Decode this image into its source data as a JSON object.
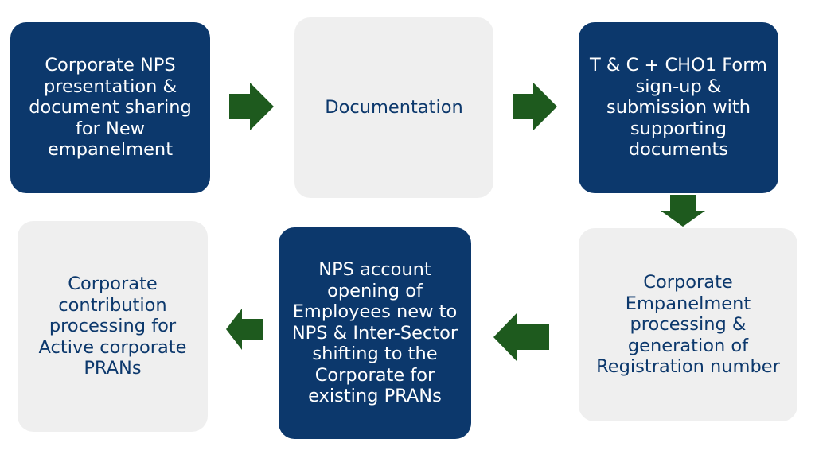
{
  "steps": [
    {
      "id": "step-1",
      "text": "Corporate NPS\npresentation &\ndocument sharing\nfor New\nempanelment",
      "style": "dark"
    },
    {
      "id": "step-2",
      "text": "Documentation",
      "style": "light"
    },
    {
      "id": "step-3",
      "text": "T & C + CHO1 Form\nsign-up &\nsubmission with\nsupporting\ndocuments",
      "style": "dark"
    },
    {
      "id": "step-4",
      "text": "Corporate\nEmpanelment\nprocessing &\ngeneration of\nRegistration number",
      "style": "light"
    },
    {
      "id": "step-5",
      "text": "NPS account\nopening of\nEmployees new to\nNPS & Inter-Sector\nshifting to the\nCorporate for\nexisting PRANs",
      "style": "dark"
    },
    {
      "id": "step-6",
      "text": "Corporate\ncontribution\nprocessing for\nActive corporate\nPRANs",
      "style": "light"
    }
  ],
  "colors": {
    "dark_box": "#0c386c",
    "light_box": "#efefef",
    "arrow": "#1e5a1e"
  }
}
